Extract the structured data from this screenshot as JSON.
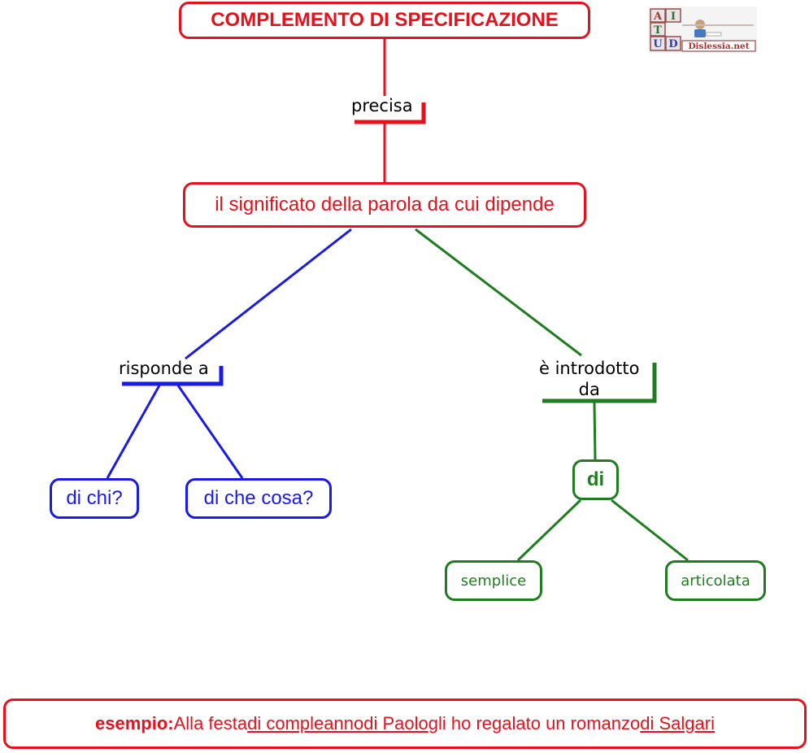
{
  "title": "COMPLEMENTO DI SPECIFICAZIONE",
  "links": {
    "precisa": "precisa",
    "risponde_a": "risponde a",
    "introdotto_line1": "è introdotto",
    "introdotto_line2": "da"
  },
  "nodes": {
    "meaning": "il significato della parola da cui dipende",
    "question_1": "di chi?",
    "question_2": "di che cosa?",
    "preposition": "di",
    "type_simple": "semplice",
    "type_articulated": "articolata"
  },
  "example": {
    "lead": "esempio:",
    "t1": " Alla festa ",
    "u1": "di compleanno",
    "t2": " ",
    "u2": "di Paolo",
    "t3": " gli ho regalato un romanzo ",
    "u3": "di Salgari"
  },
  "logo": {
    "tiles": [
      "A",
      "I",
      "T",
      "U",
      "D"
    ],
    "text": "Dislessia.net"
  },
  "colors": {
    "red": "#e8111b",
    "blue": "#1a1ae6",
    "green": "#1f7d1f"
  }
}
